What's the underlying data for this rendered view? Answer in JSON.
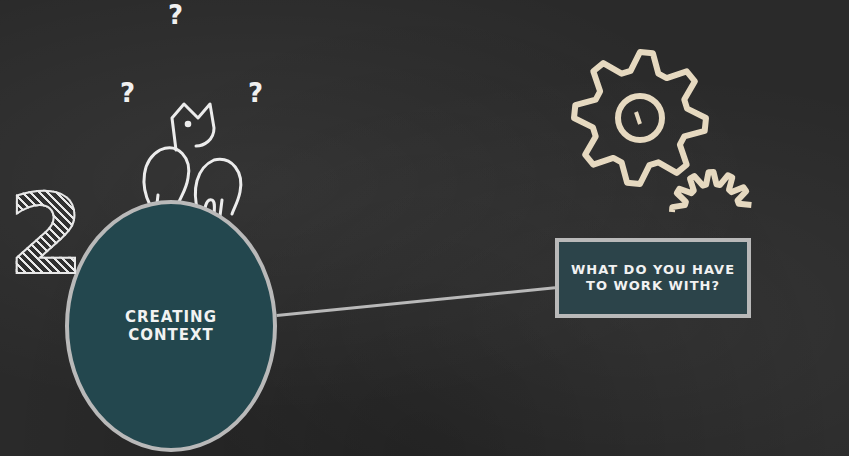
{
  "diagram": {
    "nodes": [
      {
        "text": [
          "CREATING CONTEXT"
        ]
      },
      {
        "text": [
          "WHAT DO YOU HAVE TO WORK WITH?"
        ]
      }
    ],
    "edges": [
      {
        "from": 0,
        "to": 1,
        "arrow": "none"
      }
    ],
    "labels": [
      "?",
      "?",
      "?",
      "2"
    ]
  }
}
